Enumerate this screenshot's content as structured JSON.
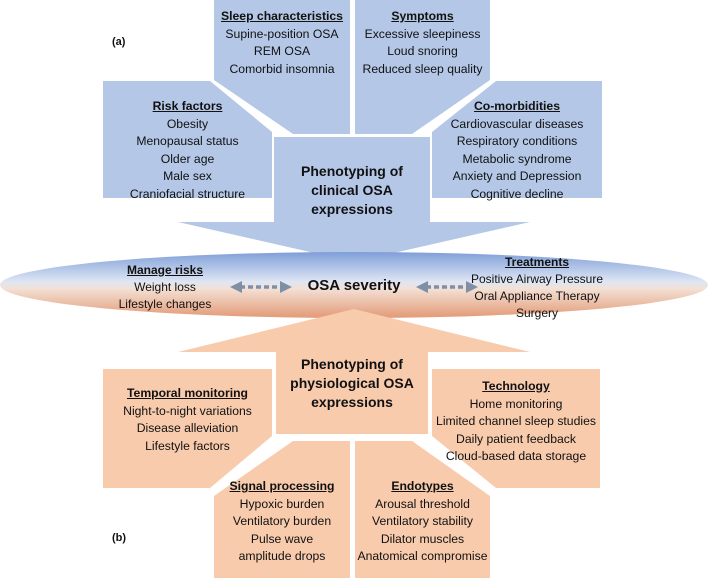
{
  "panel_a_label": "(a)",
  "panel_b_label": "(b)",
  "top": {
    "center_title": [
      "Phenotyping of",
      "clinical OSA",
      "expressions"
    ],
    "sleep_characteristics": {
      "heading": "Sleep characteristics",
      "items": [
        "Supine-position OSA",
        "REM OSA",
        "Comorbid insomnia"
      ]
    },
    "symptoms": {
      "heading": "Symptoms",
      "items": [
        "Excessive sleepiness",
        "Loud snoring",
        "Reduced sleep quality"
      ]
    },
    "risk_factors": {
      "heading": "Risk factors",
      "items": [
        "Obesity",
        "Menopausal status",
        "Older age",
        "Male sex",
        "Craniofacial structure"
      ]
    },
    "comorbidities": {
      "heading": "Co-morbidities",
      "items": [
        "Cardiovascular diseases",
        "Respiratory conditions",
        "Metabolic syndrome",
        "Anxiety and Depression",
        "Cognitive decline"
      ]
    }
  },
  "middle": {
    "severity": "OSA severity",
    "manage_risks": {
      "heading": "Manage risks",
      "items": [
        "Weight loss",
        "Lifestyle changes"
      ]
    },
    "treatments": {
      "heading": "Treatments",
      "items": [
        "Positive Airway Pressure",
        "Oral Appliance Therapy",
        "Surgery"
      ]
    }
  },
  "bottom": {
    "center_title": [
      "Phenotyping of",
      "physiological OSA",
      "expressions"
    ],
    "temporal_monitoring": {
      "heading": "Temporal monitoring",
      "items": [
        "Night-to-night variations",
        "Disease alleviation",
        "Lifestyle factors"
      ]
    },
    "technology": {
      "heading": "Technology",
      "items": [
        "Home monitoring",
        "Limited channel sleep studies",
        "Daily patient feedback",
        "Cloud-based data storage"
      ]
    },
    "signal_processing": {
      "heading": "Signal processing",
      "items": [
        "Hypoxic burden",
        "Ventilatory burden",
        "Pulse wave",
        "amplitude drops"
      ]
    },
    "endotypes": {
      "heading": "Endotypes",
      "items": [
        "Arousal threshold",
        "Ventilatory stability",
        "Dilator muscles",
        "Anatomical compromise"
      ]
    }
  },
  "colors": {
    "blue": "#b4c7e7",
    "orange": "#f8cbad",
    "ellipse_top": "#8fa9db",
    "ellipse_bottom": "#e8a98a",
    "arrow": "#7f8fa6"
  }
}
